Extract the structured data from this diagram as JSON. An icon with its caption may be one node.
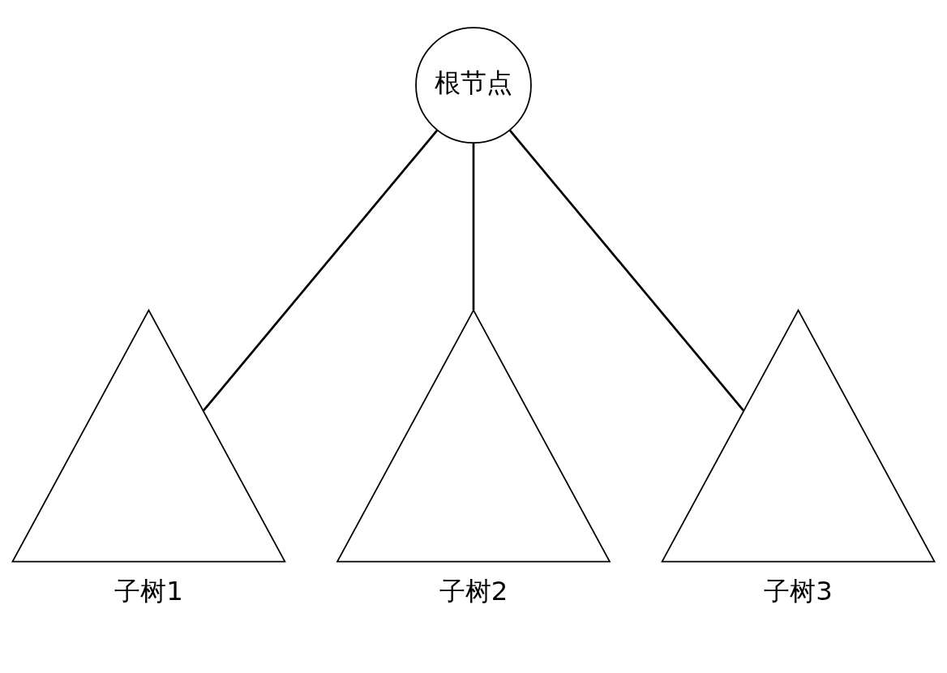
{
  "diagram": {
    "nodes": [
      {
        "text": [
          "根节点"
        ]
      },
      {
        "text": [
          "子树1"
        ]
      },
      {
        "text": [
          "子树2"
        ]
      },
      {
        "text": [
          "子树3"
        ]
      }
    ],
    "edges": [
      {
        "from": 0,
        "to": 1,
        "arrow": "none"
      },
      {
        "from": 0,
        "to": 2,
        "arrow": "none"
      },
      {
        "from": 0,
        "to": 3,
        "arrow": "none"
      }
    ]
  }
}
